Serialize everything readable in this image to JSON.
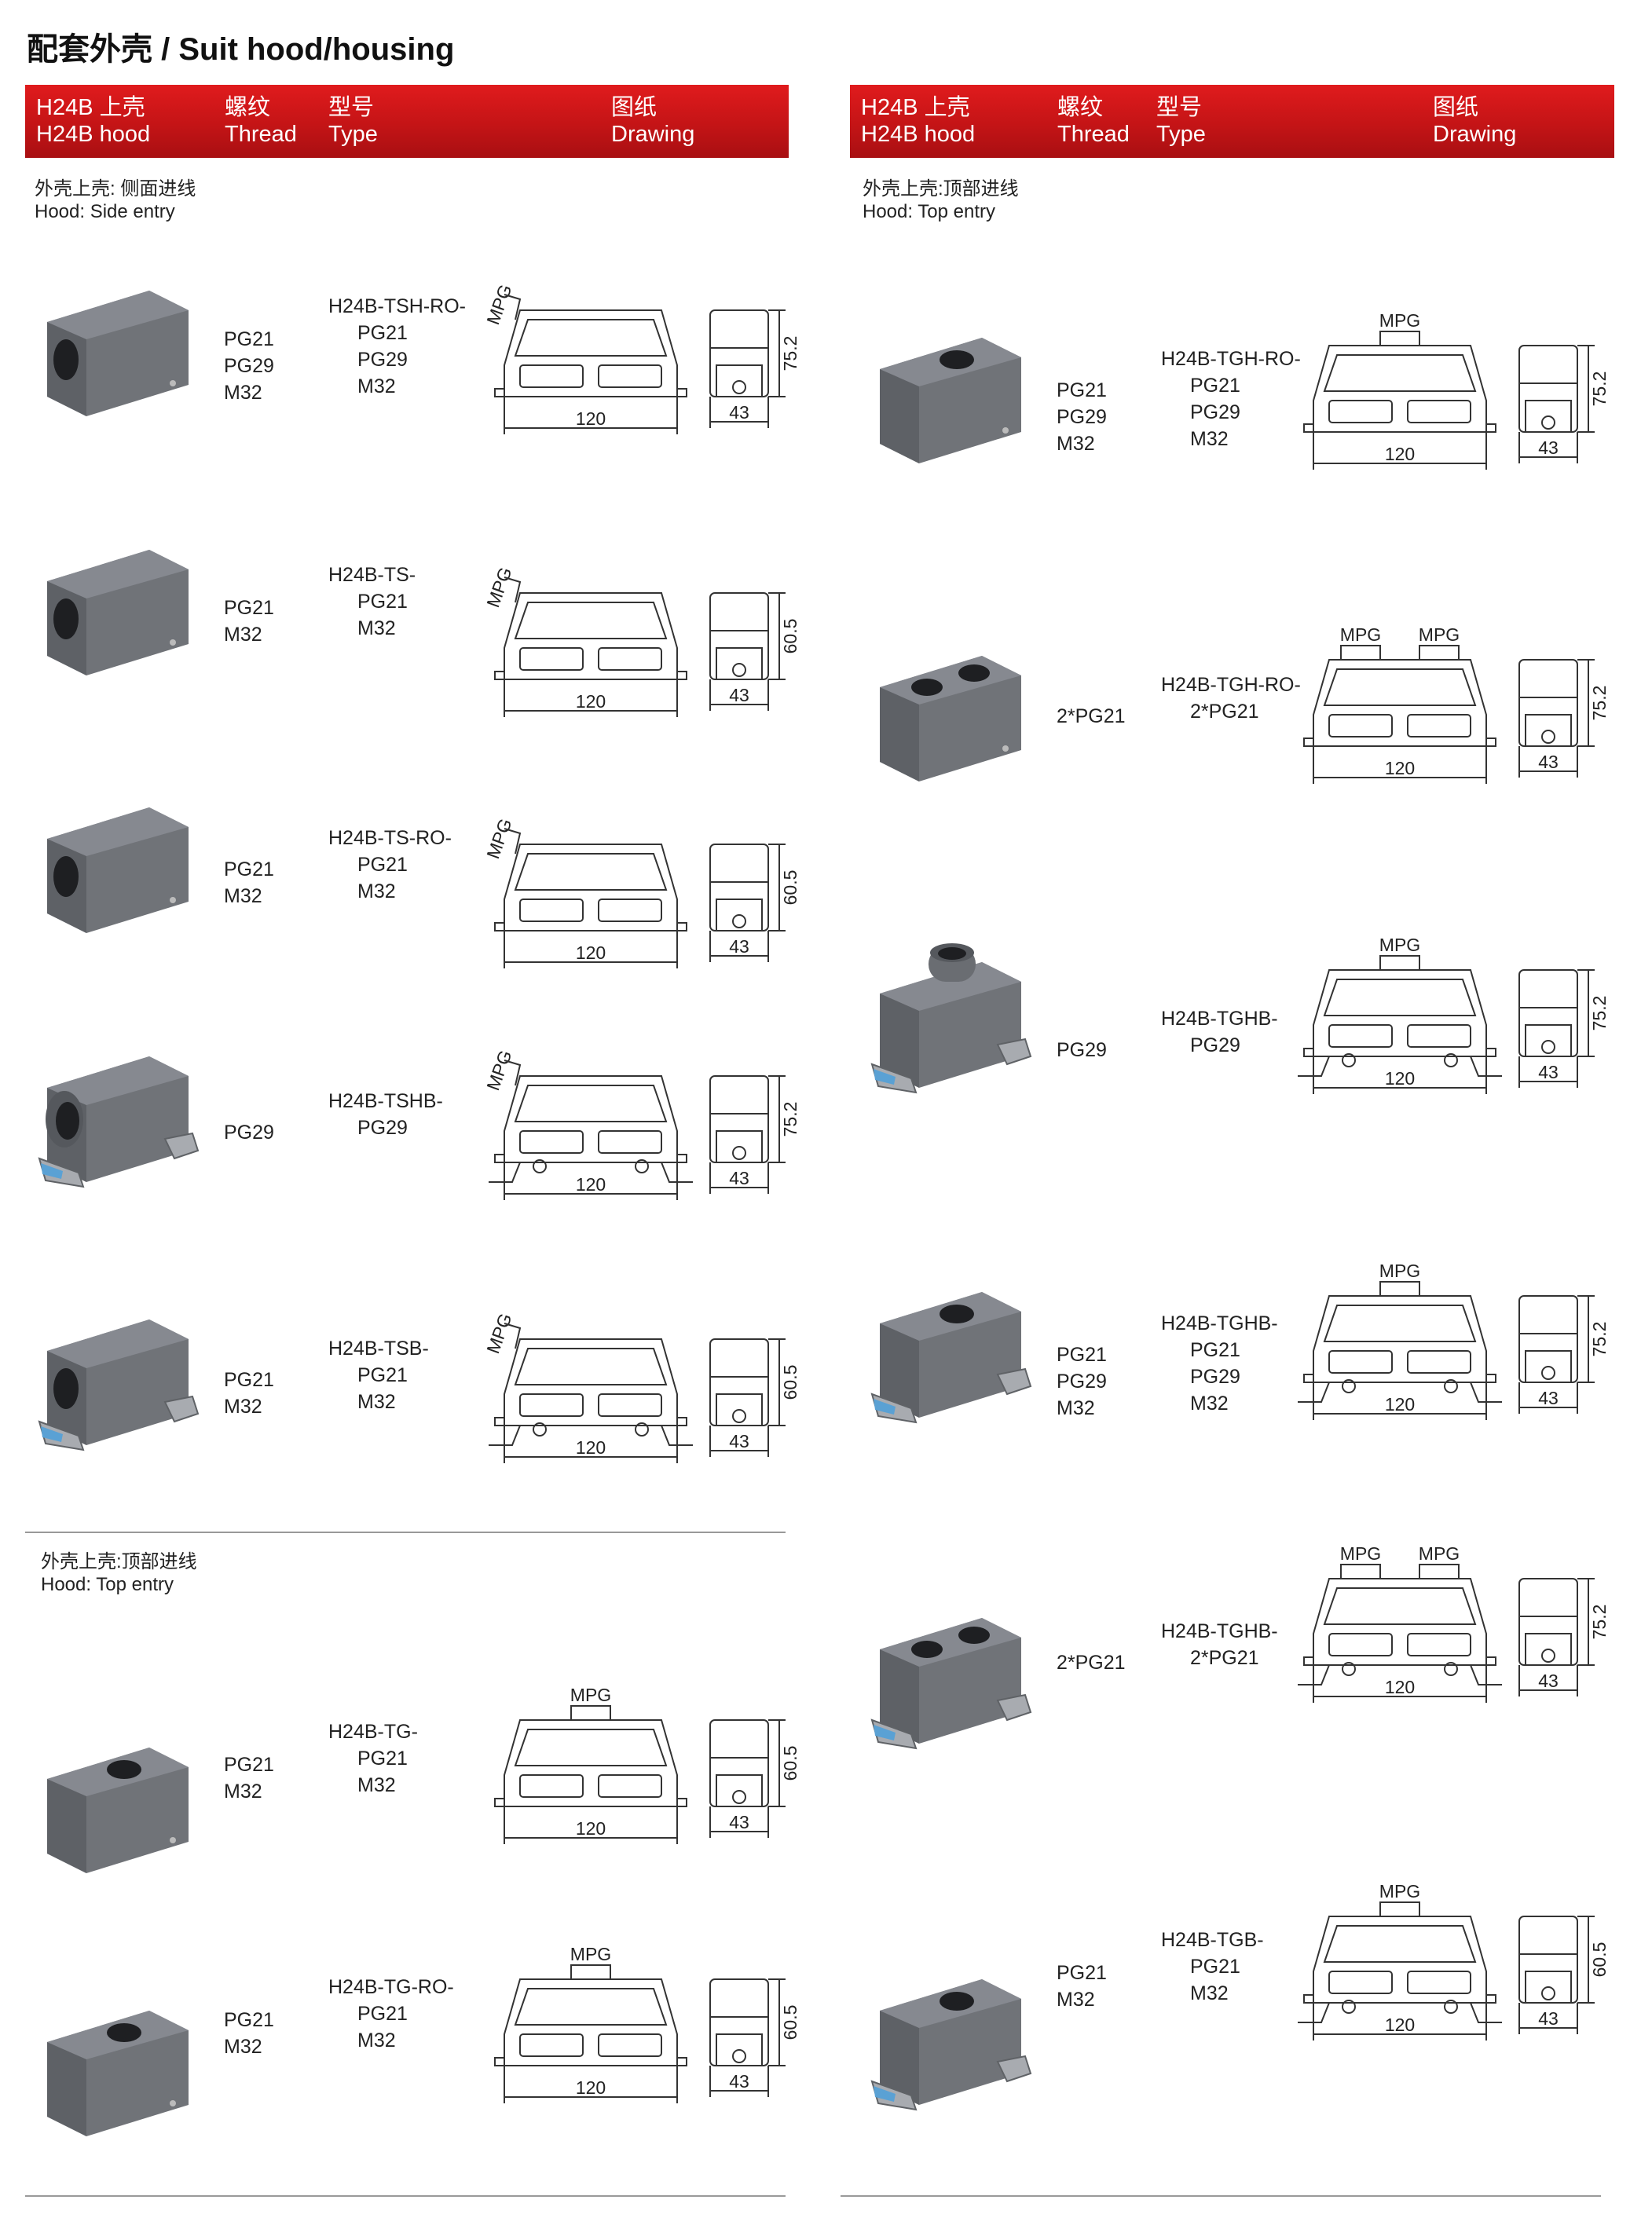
{
  "page_title": "配套外壳 / Suit hood/housing",
  "header": {
    "col1_cn": "H24B 上壳",
    "col1_en": "H24B hood",
    "col2_cn": "螺纹",
    "col2_en": "Thread",
    "col3_cn": "型号",
    "col3_en": "Type",
    "col4_cn": "图纸",
    "col4_en": "Drawing"
  },
  "sections": {
    "left_side": {
      "cn": "外壳上壳: 侧面进线",
      "en": "Hood: Side entry"
    },
    "left_top": {
      "cn": "外壳上壳:顶部进线",
      "en": "Hood: Top entry"
    },
    "right_top": {
      "cn": "外壳上壳:顶部进线",
      "en": "Hood: Top entry"
    }
  },
  "drawing_labels": {
    "mpg": "MPG",
    "w120": "120",
    "w43": "43",
    "h752": "75.2",
    "h605": "60.5"
  },
  "left_items": [
    {
      "threads": [
        "PG21",
        "PG29",
        "M32"
      ],
      "type": "H24B-TSH-RO-",
      "options": [
        "PG21",
        "PG29",
        "M32"
      ]
    },
    {
      "threads": [
        "PG21",
        "M32"
      ],
      "type": "H24B-TS-",
      "options": [
        "PG21",
        "M32"
      ]
    },
    {
      "threads": [
        "PG21",
        "M32"
      ],
      "type": "H24B-TS-RO-",
      "options": [
        "PG21",
        "M32"
      ]
    },
    {
      "threads": [
        "PG29"
      ],
      "type": "H24B-TSHB-",
      "options": [
        "PG29"
      ]
    },
    {
      "threads": [
        "PG21",
        "M32"
      ],
      "type": "H24B-TSB-",
      "options": [
        "PG21",
        "M32"
      ]
    },
    {
      "threads": [
        "PG21",
        "M32"
      ],
      "type": "H24B-TG-",
      "options": [
        "PG21",
        "M32"
      ]
    },
    {
      "threads": [
        "PG21",
        "M32"
      ],
      "type": "H24B-TG-RO-",
      "options": [
        "PG21",
        "M32"
      ]
    }
  ],
  "right_items": [
    {
      "threads": [
        "PG21",
        "PG29",
        "M32"
      ],
      "type": "H24B-TGH-RO-",
      "options": [
        "PG21",
        "PG29",
        "M32"
      ]
    },
    {
      "threads": [
        "2*PG21"
      ],
      "type": "H24B-TGH-RO-",
      "options": [
        "2*PG21"
      ]
    },
    {
      "threads": [
        "PG29"
      ],
      "type": "H24B-TGHB-",
      "options": [
        "PG29"
      ]
    },
    {
      "threads": [
        "PG21",
        "PG29",
        "M32"
      ],
      "type": "H24B-TGHB-",
      "options": [
        "PG21",
        "PG29",
        "M32"
      ]
    },
    {
      "threads": [
        "2*PG21"
      ],
      "type": "H24B-TGHB-",
      "options": [
        "2*PG21"
      ]
    },
    {
      "threads": [
        "PG21",
        "M32"
      ],
      "type": "H24B-TGB-",
      "options": [
        "PG21",
        "M32"
      ]
    }
  ],
  "colors": {
    "header_red": "#c41416",
    "hood_gray": "#707378",
    "divider": "#999999"
  }
}
